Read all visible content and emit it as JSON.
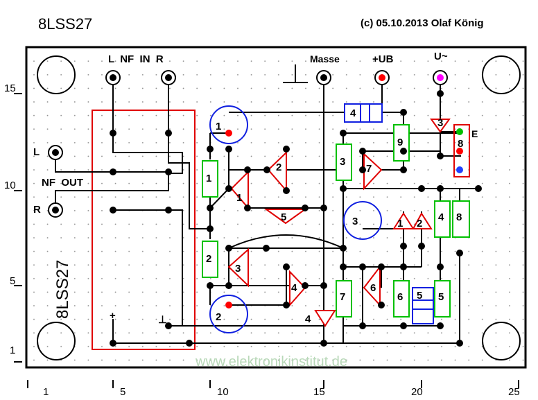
{
  "header": {
    "board_name": "8LSS27",
    "copyright": "(c) 05.10.2013  Olaf König"
  },
  "side_label": "8LSS27",
  "watermark": "www.elektronikinstitut.de",
  "terminals": {
    "nf_in": "L  NF  IN  R",
    "masse": "Masse",
    "ub": "+UB",
    "u_ac": "U~",
    "nf_out": "NF  OUT",
    "out_l": "L",
    "out_r": "R",
    "plus": "+",
    "minus": "⊥",
    "e": "E"
  },
  "components": {
    "resistors": [
      "1",
      "2",
      "3",
      "4",
      "5",
      "6",
      "7",
      "8",
      "9"
    ],
    "transistors": [
      "1",
      "2",
      "3",
      "4",
      "5",
      "6",
      "7"
    ],
    "capacitors": [
      "1",
      "2",
      "3"
    ],
    "diodes": [
      "1",
      "2",
      "3",
      "4"
    ],
    "relay": "8",
    "cap_small": [
      "4",
      "5"
    ]
  },
  "axes": {
    "x_ticks": [
      "1",
      "5",
      "10",
      "15",
      "20",
      "25"
    ],
    "y_ticks": [
      "15",
      "10",
      "5",
      "1"
    ]
  },
  "colors": {
    "trace": "#000000",
    "resistor": "#00c000",
    "transistor": "#e00000",
    "capacitor": "#1020e0",
    "pad_red": "#ff0000",
    "pad_magenta": "#ff00ff",
    "pad_blue": "#2040ff",
    "pad_green": "#00c000",
    "watermark": "#b8d8b8"
  }
}
